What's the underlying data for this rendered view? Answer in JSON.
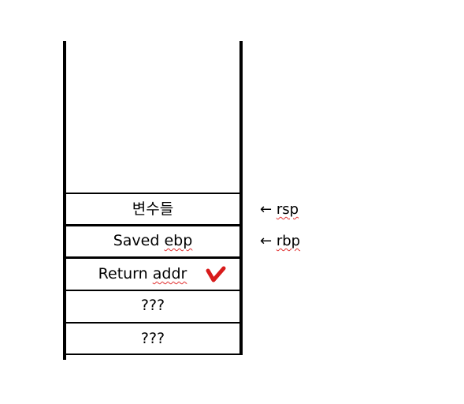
{
  "stack": {
    "cells": [
      {
        "label": "변수들",
        "label_suffix": ""
      },
      {
        "label": "Saved ",
        "label_suffix": "ebp"
      },
      {
        "label": "Return ",
        "label_suffix": "addr"
      },
      {
        "label": "???",
        "label_suffix": ""
      },
      {
        "label": "???",
        "label_suffix": ""
      }
    ]
  },
  "pointers": {
    "rsp": {
      "arrow": "←",
      "name": "rsp"
    },
    "rbp": {
      "arrow": "←",
      "name": "rbp"
    }
  },
  "colors": {
    "line": "#000000",
    "check_mark": "#d81b1b",
    "spell_underline": "#e03030"
  }
}
